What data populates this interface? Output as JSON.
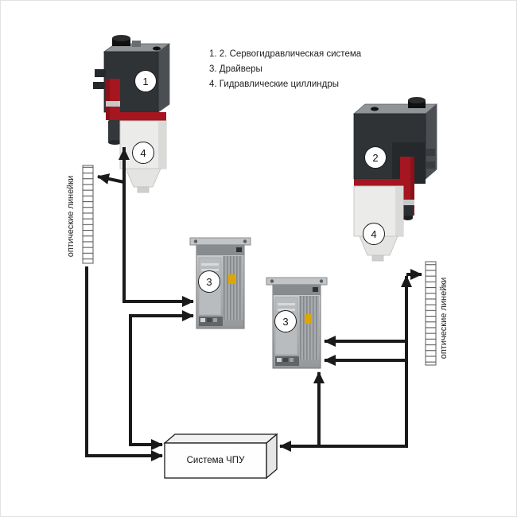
{
  "legend": {
    "items": [
      "1. 2. Сервогидравлическая система",
      "3. Драйверы",
      "4. Гидравлические циллиндры"
    ]
  },
  "rulers": {
    "left_label": "оптические линейки",
    "right_label": "оптические линейки"
  },
  "cnc": {
    "label": "Система ЧПУ"
  },
  "badges": {
    "unit1": "1",
    "unit2": "2",
    "driver1": "3",
    "driver2": "3",
    "cylinder1": "4",
    "cylinder2": "4"
  },
  "colors": {
    "accent_red": "#a51620",
    "machine_dark": "#2f3336",
    "connection_line": "#1a1a1a",
    "background": "#ffffff"
  }
}
